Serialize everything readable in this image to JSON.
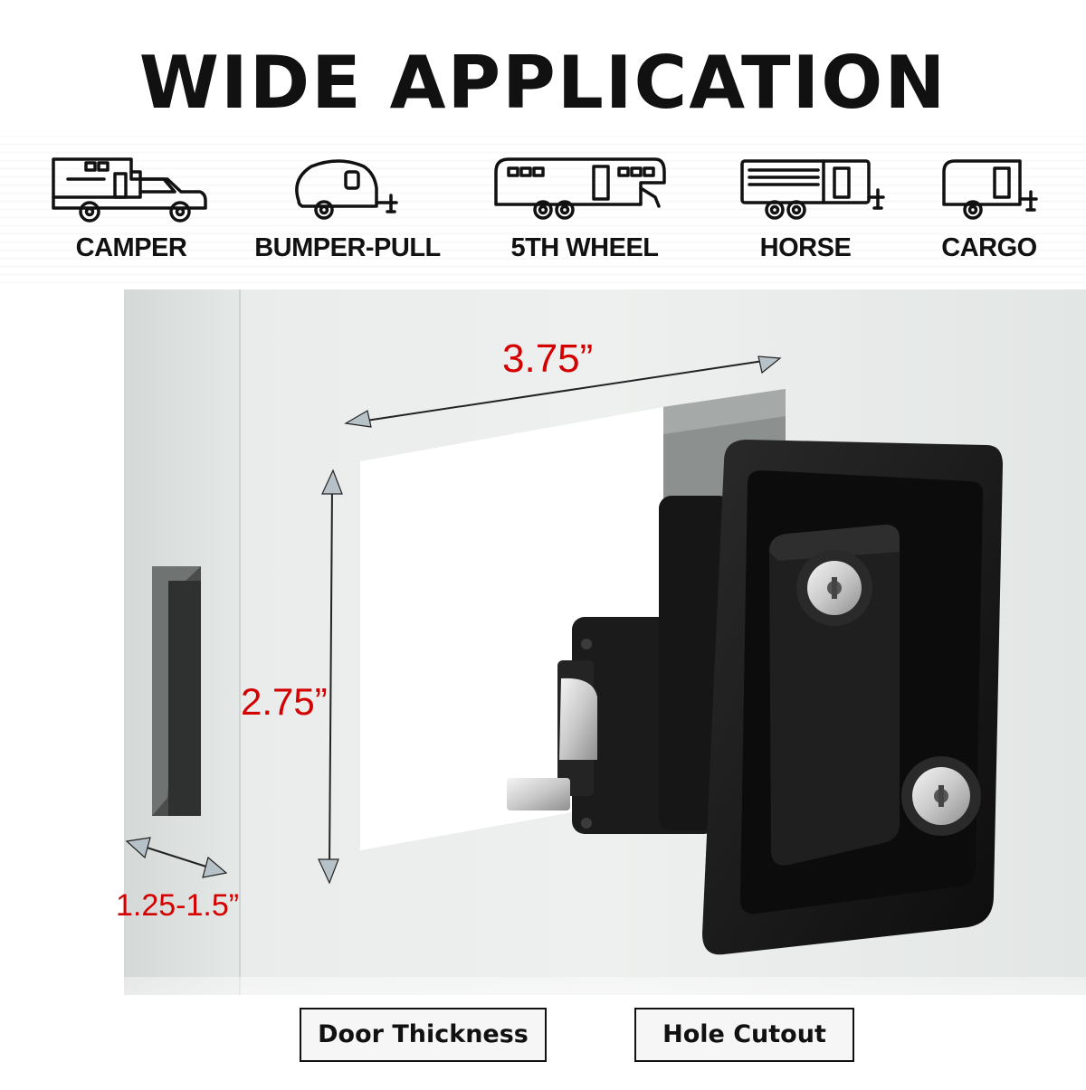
{
  "title": "WIDE APPLICATION",
  "applications": [
    {
      "label": "CAMPER",
      "icon": "truck-camper-icon"
    },
    {
      "label": "BUMPER-PULL",
      "icon": "teardrop-trailer-icon"
    },
    {
      "label": "5TH WHEEL",
      "icon": "fifth-wheel-trailer-icon"
    },
    {
      "label": "HORSE",
      "icon": "horse-trailer-icon"
    },
    {
      "label": "CARGO",
      "icon": "cargo-trailer-icon"
    }
  ],
  "dimensions": {
    "width": "3.75”",
    "height": "2.75”",
    "thickness": "1.25-1.5”"
  },
  "captions": {
    "door_thickness": "Door Thickness",
    "hole_cutout": "Hole Cutout"
  },
  "colors": {
    "dimension_text": "#d40000",
    "lock_body": "#1a1a1a",
    "door_panel": "#e4e8e6"
  }
}
